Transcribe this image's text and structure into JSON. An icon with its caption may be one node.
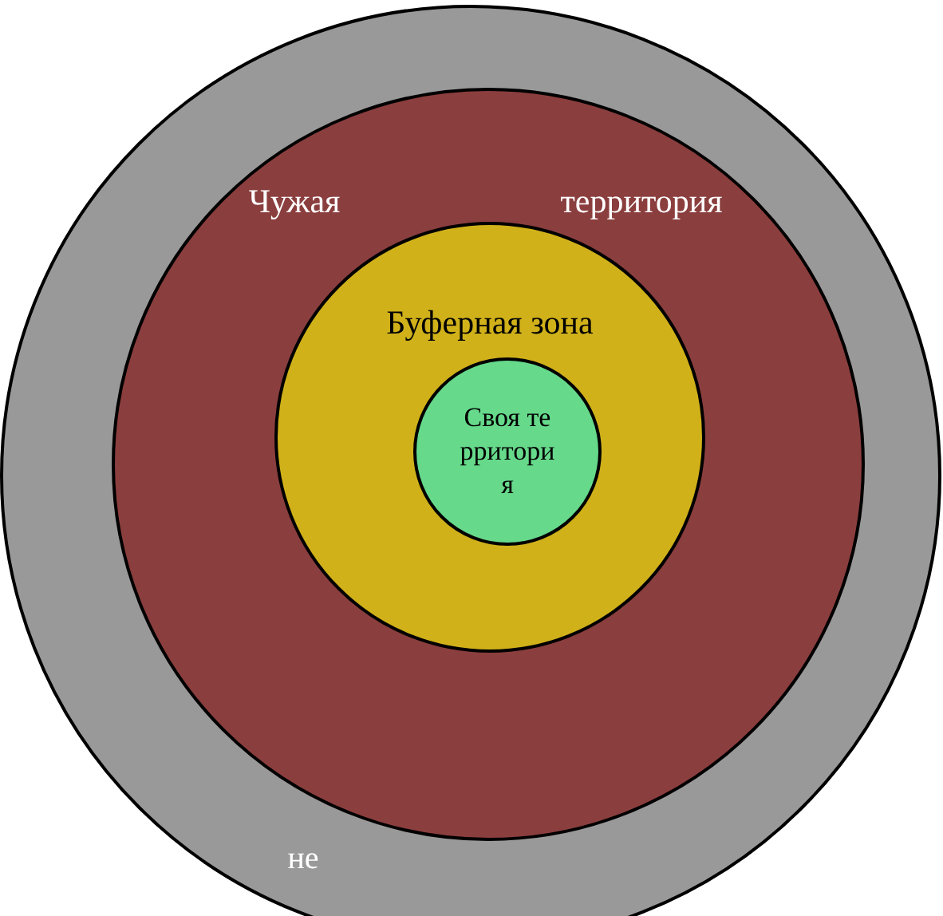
{
  "diagram": {
    "nodes": [
      {
        "text": [
          "не"
        ]
      },
      {
        "text": [
          "Чужая",
          "территория"
        ],
        "in": 0
      },
      {
        "text": [
          "Буферная зона"
        ],
        "in": 1
      },
      {
        "text": [
          "Своя территория"
        ],
        "in": 2
      }
    ]
  }
}
